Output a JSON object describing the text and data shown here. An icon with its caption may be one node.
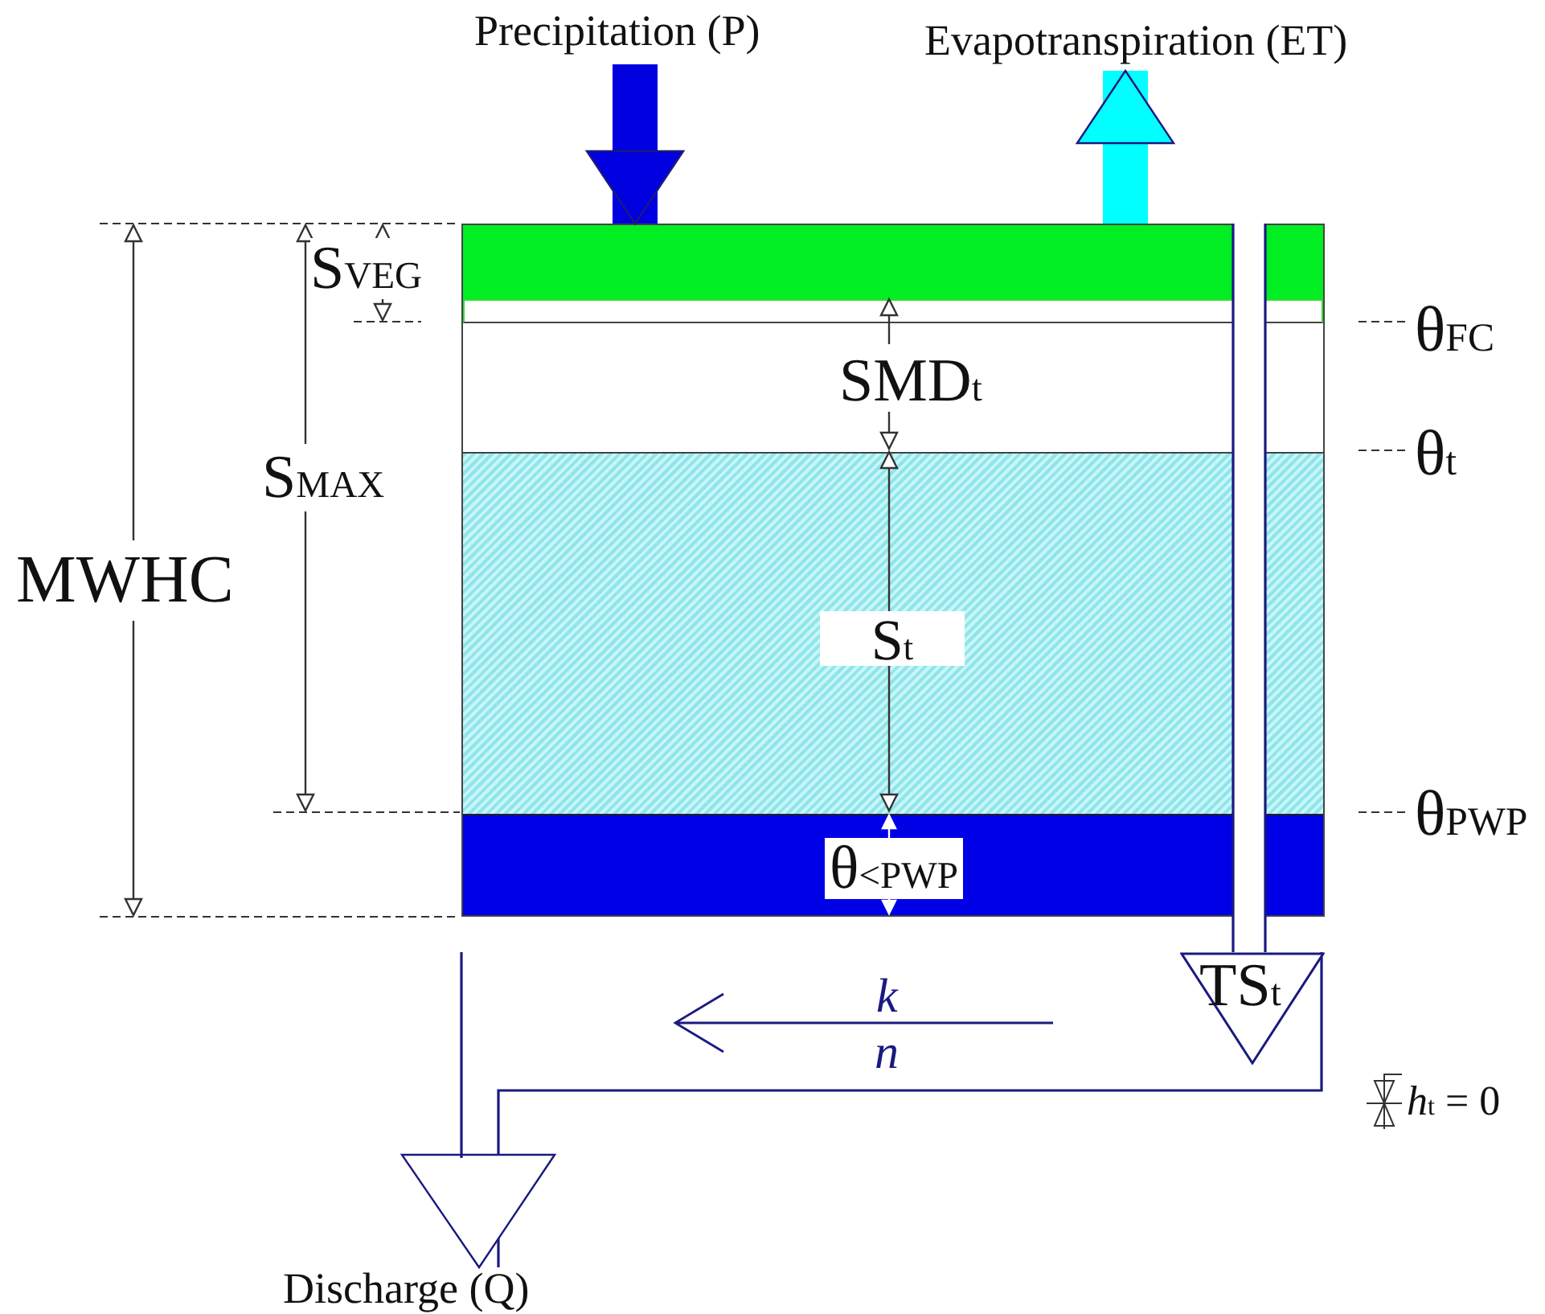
{
  "diagram": {
    "nodes": [
      {
        "text": [
          "Precipitation (P)"
        ]
      },
      {
        "text": [
          "Evapotranspiration (ET)"
        ]
      },
      {
        "text": [],
        "shape": "box"
      },
      {
        "text": [
          "TS$_{t}$"
        ]
      },
      {
        "text": [
          "Discharge (Q)"
        ]
      }
    ],
    "edges": [
      {
        "from": 0,
        "to": 2,
        "arrow": "to",
        "style": "thick",
        "color": "#0000e0"
      },
      {
        "from": 2,
        "to": 1,
        "arrow": "to",
        "style": "thick",
        "color": "#00ffff"
      },
      {
        "from": 2,
        "to": 3,
        "arrow": "none"
      },
      {
        "from": 3,
        "to": 4,
        "arrow": "to"
      }
    ],
    "labels": [
      "S$_{VEG}$",
      "S$_{MAX}$",
      "MWHC",
      "SMD$_{t}$",
      "S$_{t}$",
      "θ$_{<PWP}$",
      "θ$_{FC}$",
      "θ$_{t}$",
      "θ$_{PWP}$",
      "k",
      "n",
      "*h*$_{t}$ = 0"
    ]
  }
}
